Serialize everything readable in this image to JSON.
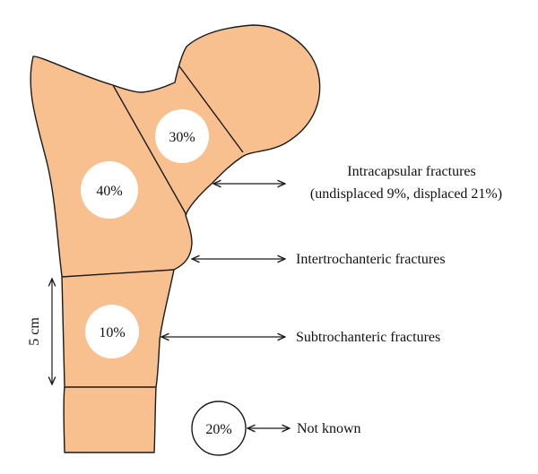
{
  "regions": {
    "head_percent": "30%",
    "neck_percent": "40%",
    "subtrochanteric_percent": "10%",
    "not_known_percent": "20%"
  },
  "labels": {
    "intracapsular_line1": "Intracapsular fractures",
    "intracapsular_line2": "(undisplaced 9%, displaced 21%)",
    "intertrochanteric": "Intertrochanteric fractures",
    "subtrochanteric": "Subtrochanteric fractures",
    "not_known": "Not known",
    "scale": "5 cm"
  },
  "colors": {
    "bone": "#f7c08e",
    "outline": "#1a1a1a",
    "marker": "#ffffff"
  }
}
